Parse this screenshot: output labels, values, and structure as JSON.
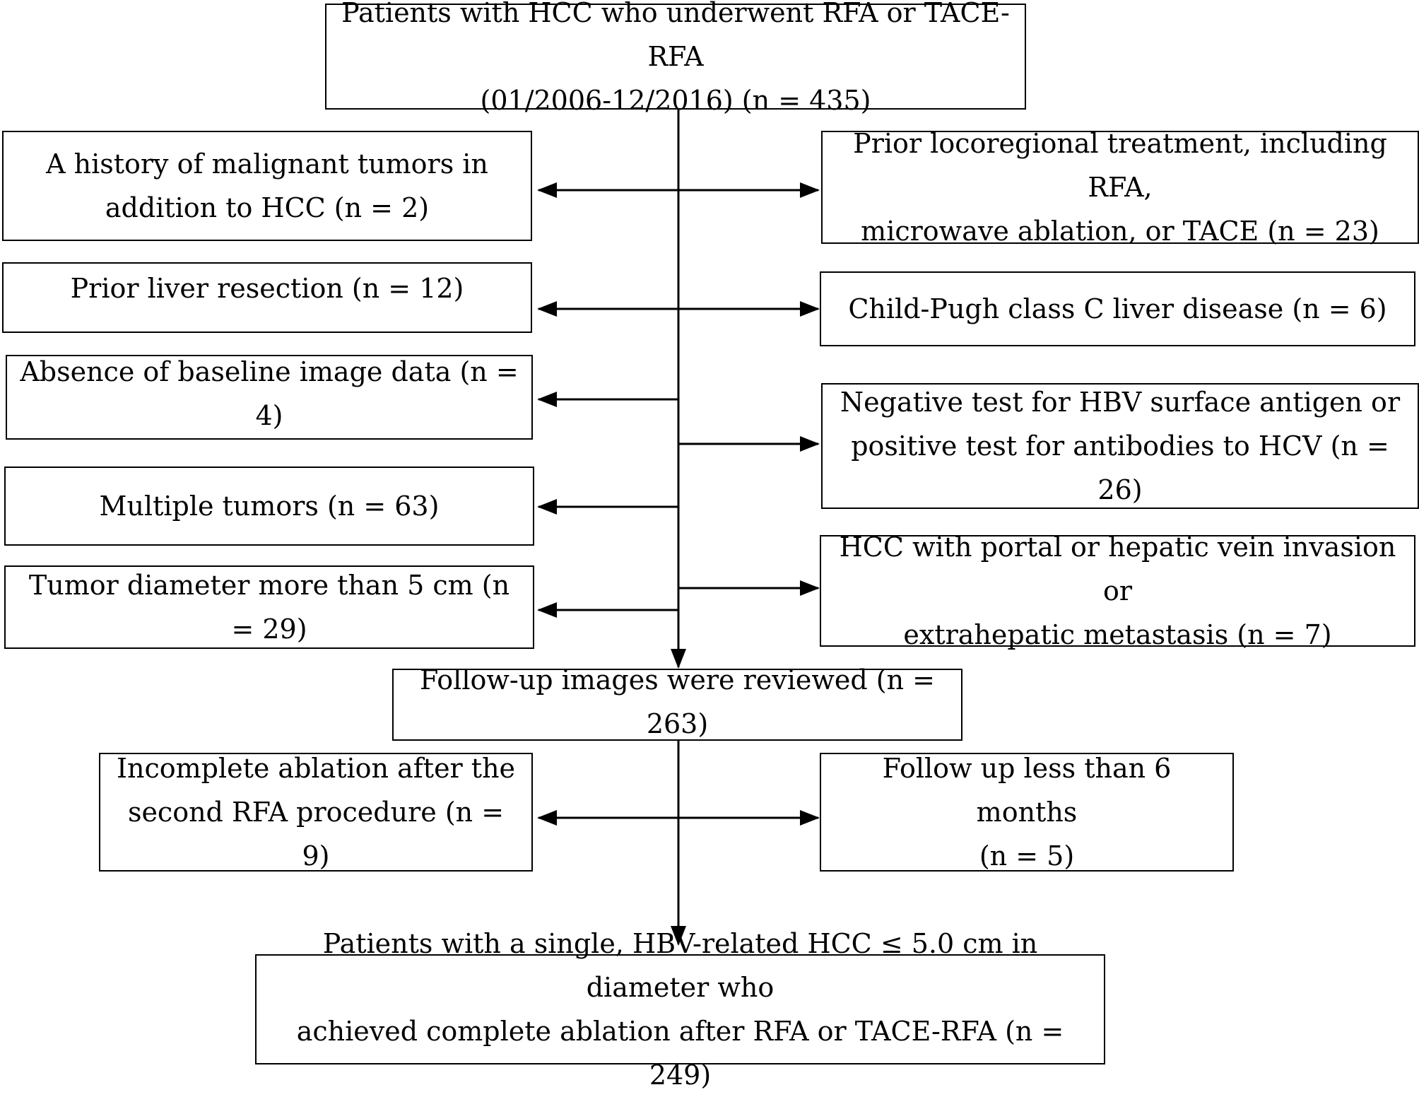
{
  "diagram": {
    "top_box": [
      "Patients with HCC who underwent RFA or TACE-RFA",
      "(01/2006-12/2016) (n = 435)"
    ],
    "left_exclusions": [
      [
        "A history of malignant tumors in",
        "addition to HCC (n = 2)"
      ],
      [
        "Prior liver resection (n = 12)"
      ],
      [
        "Absence of baseline image data (n = 4)"
      ],
      [
        "Multiple tumors (n = 63)"
      ],
      [
        "Tumor diameter more than 5 cm (n = 29)"
      ]
    ],
    "right_exclusions": [
      [
        "Prior locoregional treatment, including RFA,",
        "microwave ablation, or TACE (n = 23)"
      ],
      [
        "Child-Pugh class C liver disease (n = 6)"
      ],
      [
        "Negative test for HBV surface antigen or",
        "positive test for antibodies to HCV (n = 26)"
      ],
      [
        "HCC with portal or hepatic vein invasion or",
        "extrahepatic metastasis (n = 7)"
      ]
    ],
    "middle_box": [
      "Follow-up images were reviewed (n = 263)"
    ],
    "lower_left": [
      "Incomplete ablation after the",
      "second RFA procedure (n = 9)"
    ],
    "lower_right": [
      "Follow up less than 6 months",
      "(n = 5)"
    ],
    "bottom_box": [
      "Patients with a single, HBV-related HCC ≤ 5.0 cm in diameter who",
      "achieved complete ablation after RFA or TACE-RFA (n = 249)"
    ]
  }
}
